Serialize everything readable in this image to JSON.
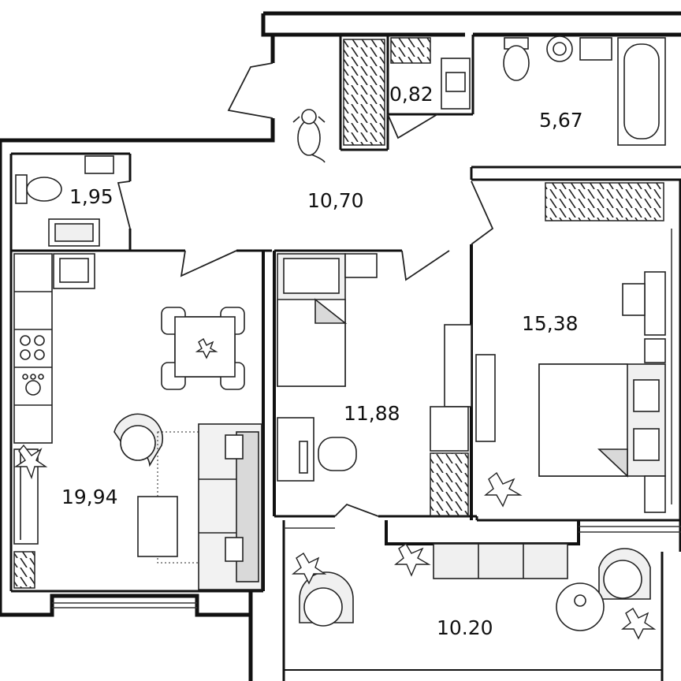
{
  "colors": {
    "wall": "#111111",
    "line": "#222222",
    "furniture_fill": "#f0f0f0",
    "shade": "#d9d9d9",
    "background": "#ffffff"
  },
  "rooms": [
    {
      "id": "storage",
      "area": "0,82"
    },
    {
      "id": "bathroom",
      "area": "5,67"
    },
    {
      "id": "wc",
      "area": "1,95"
    },
    {
      "id": "hall",
      "area": "10,70"
    },
    {
      "id": "bedroom",
      "area": "15,38"
    },
    {
      "id": "childroom",
      "area": "11,88"
    },
    {
      "id": "kitchen-living",
      "area": "19,94"
    },
    {
      "id": "balcony",
      "area": "10.20"
    }
  ]
}
